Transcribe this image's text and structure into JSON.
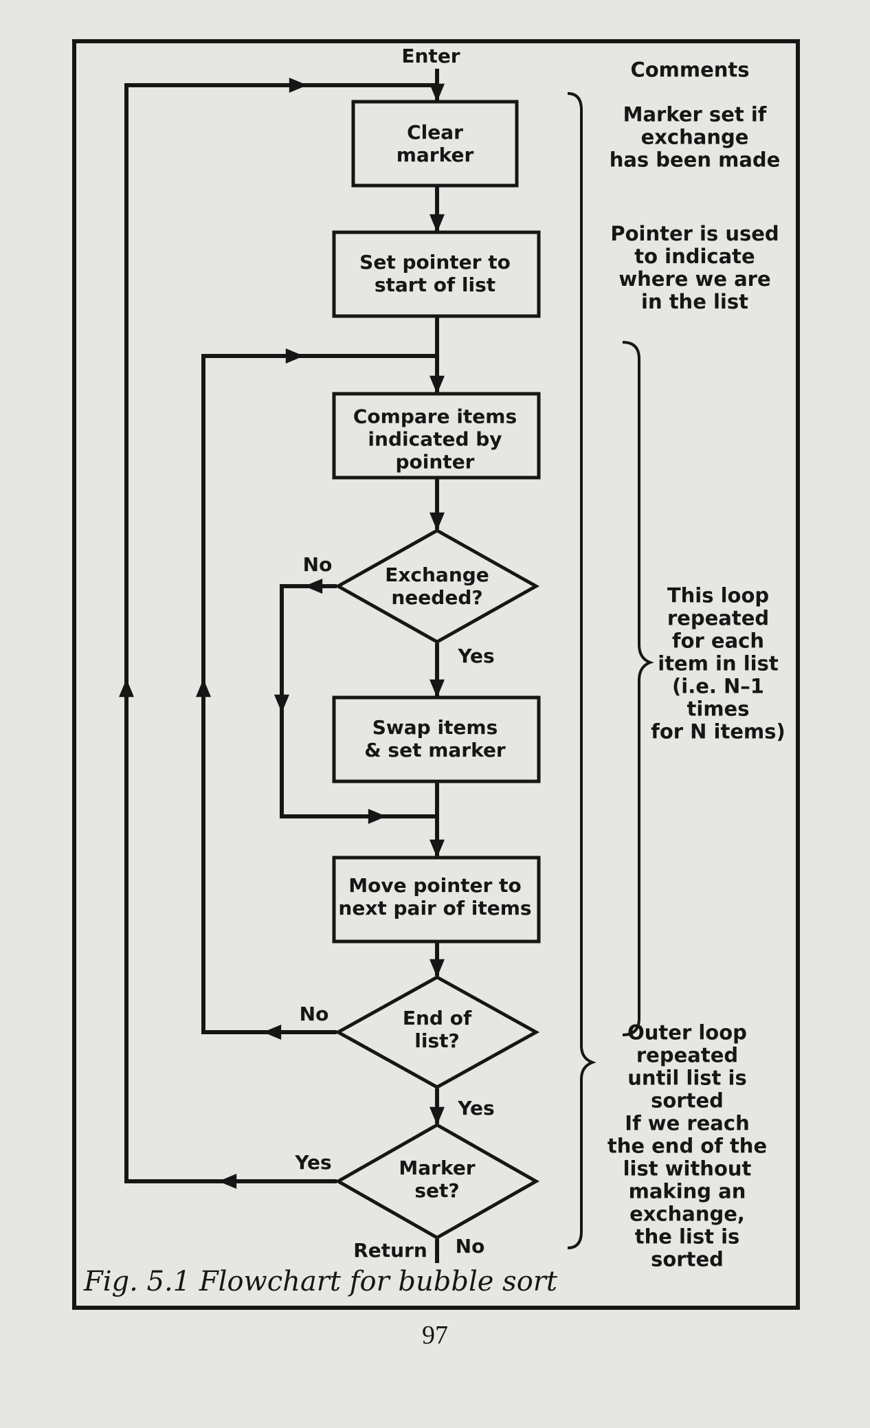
{
  "diagram": {
    "entry_label": "Enter",
    "nodes": {
      "clear_marker": "Clear\nmarker",
      "set_pointer": "Set pointer to\nstart of list",
      "compare_items": "Compare items\nindicated by\npointer",
      "exchange_needed": "Exchange\nneeded?",
      "swap_items": "Swap items\n& set marker",
      "move_pointer": "Move pointer to\nnext pair of items",
      "end_of_list": "End of\nlist?",
      "marker_set": "Marker\nset?"
    },
    "branch_labels": {
      "exchange_no": "No",
      "exchange_yes": "Yes",
      "end_no": "No",
      "end_yes": "Yes",
      "marker_yes": "Yes",
      "marker_no": "No",
      "return": "Return"
    },
    "comments": {
      "heading": "Comments",
      "marker": "Marker set if\nexchange\nhas been made",
      "pointer": "Pointer is used\nto indicate\nwhere we are\nin the list",
      "inner_loop": "This loop\nrepeated\nfor each\nitem in list\n(i.e. N–1\ntimes\nfor N items)",
      "outer_loop": "Outer loop\nrepeated\nuntil list is sorted\nIf we reach\nthe end of the\nlist without\nmaking an\nexchange,\nthe list is sorted"
    }
  },
  "caption": "Fig. 5.1 Flowchart for bubble sort",
  "page_number": "97"
}
